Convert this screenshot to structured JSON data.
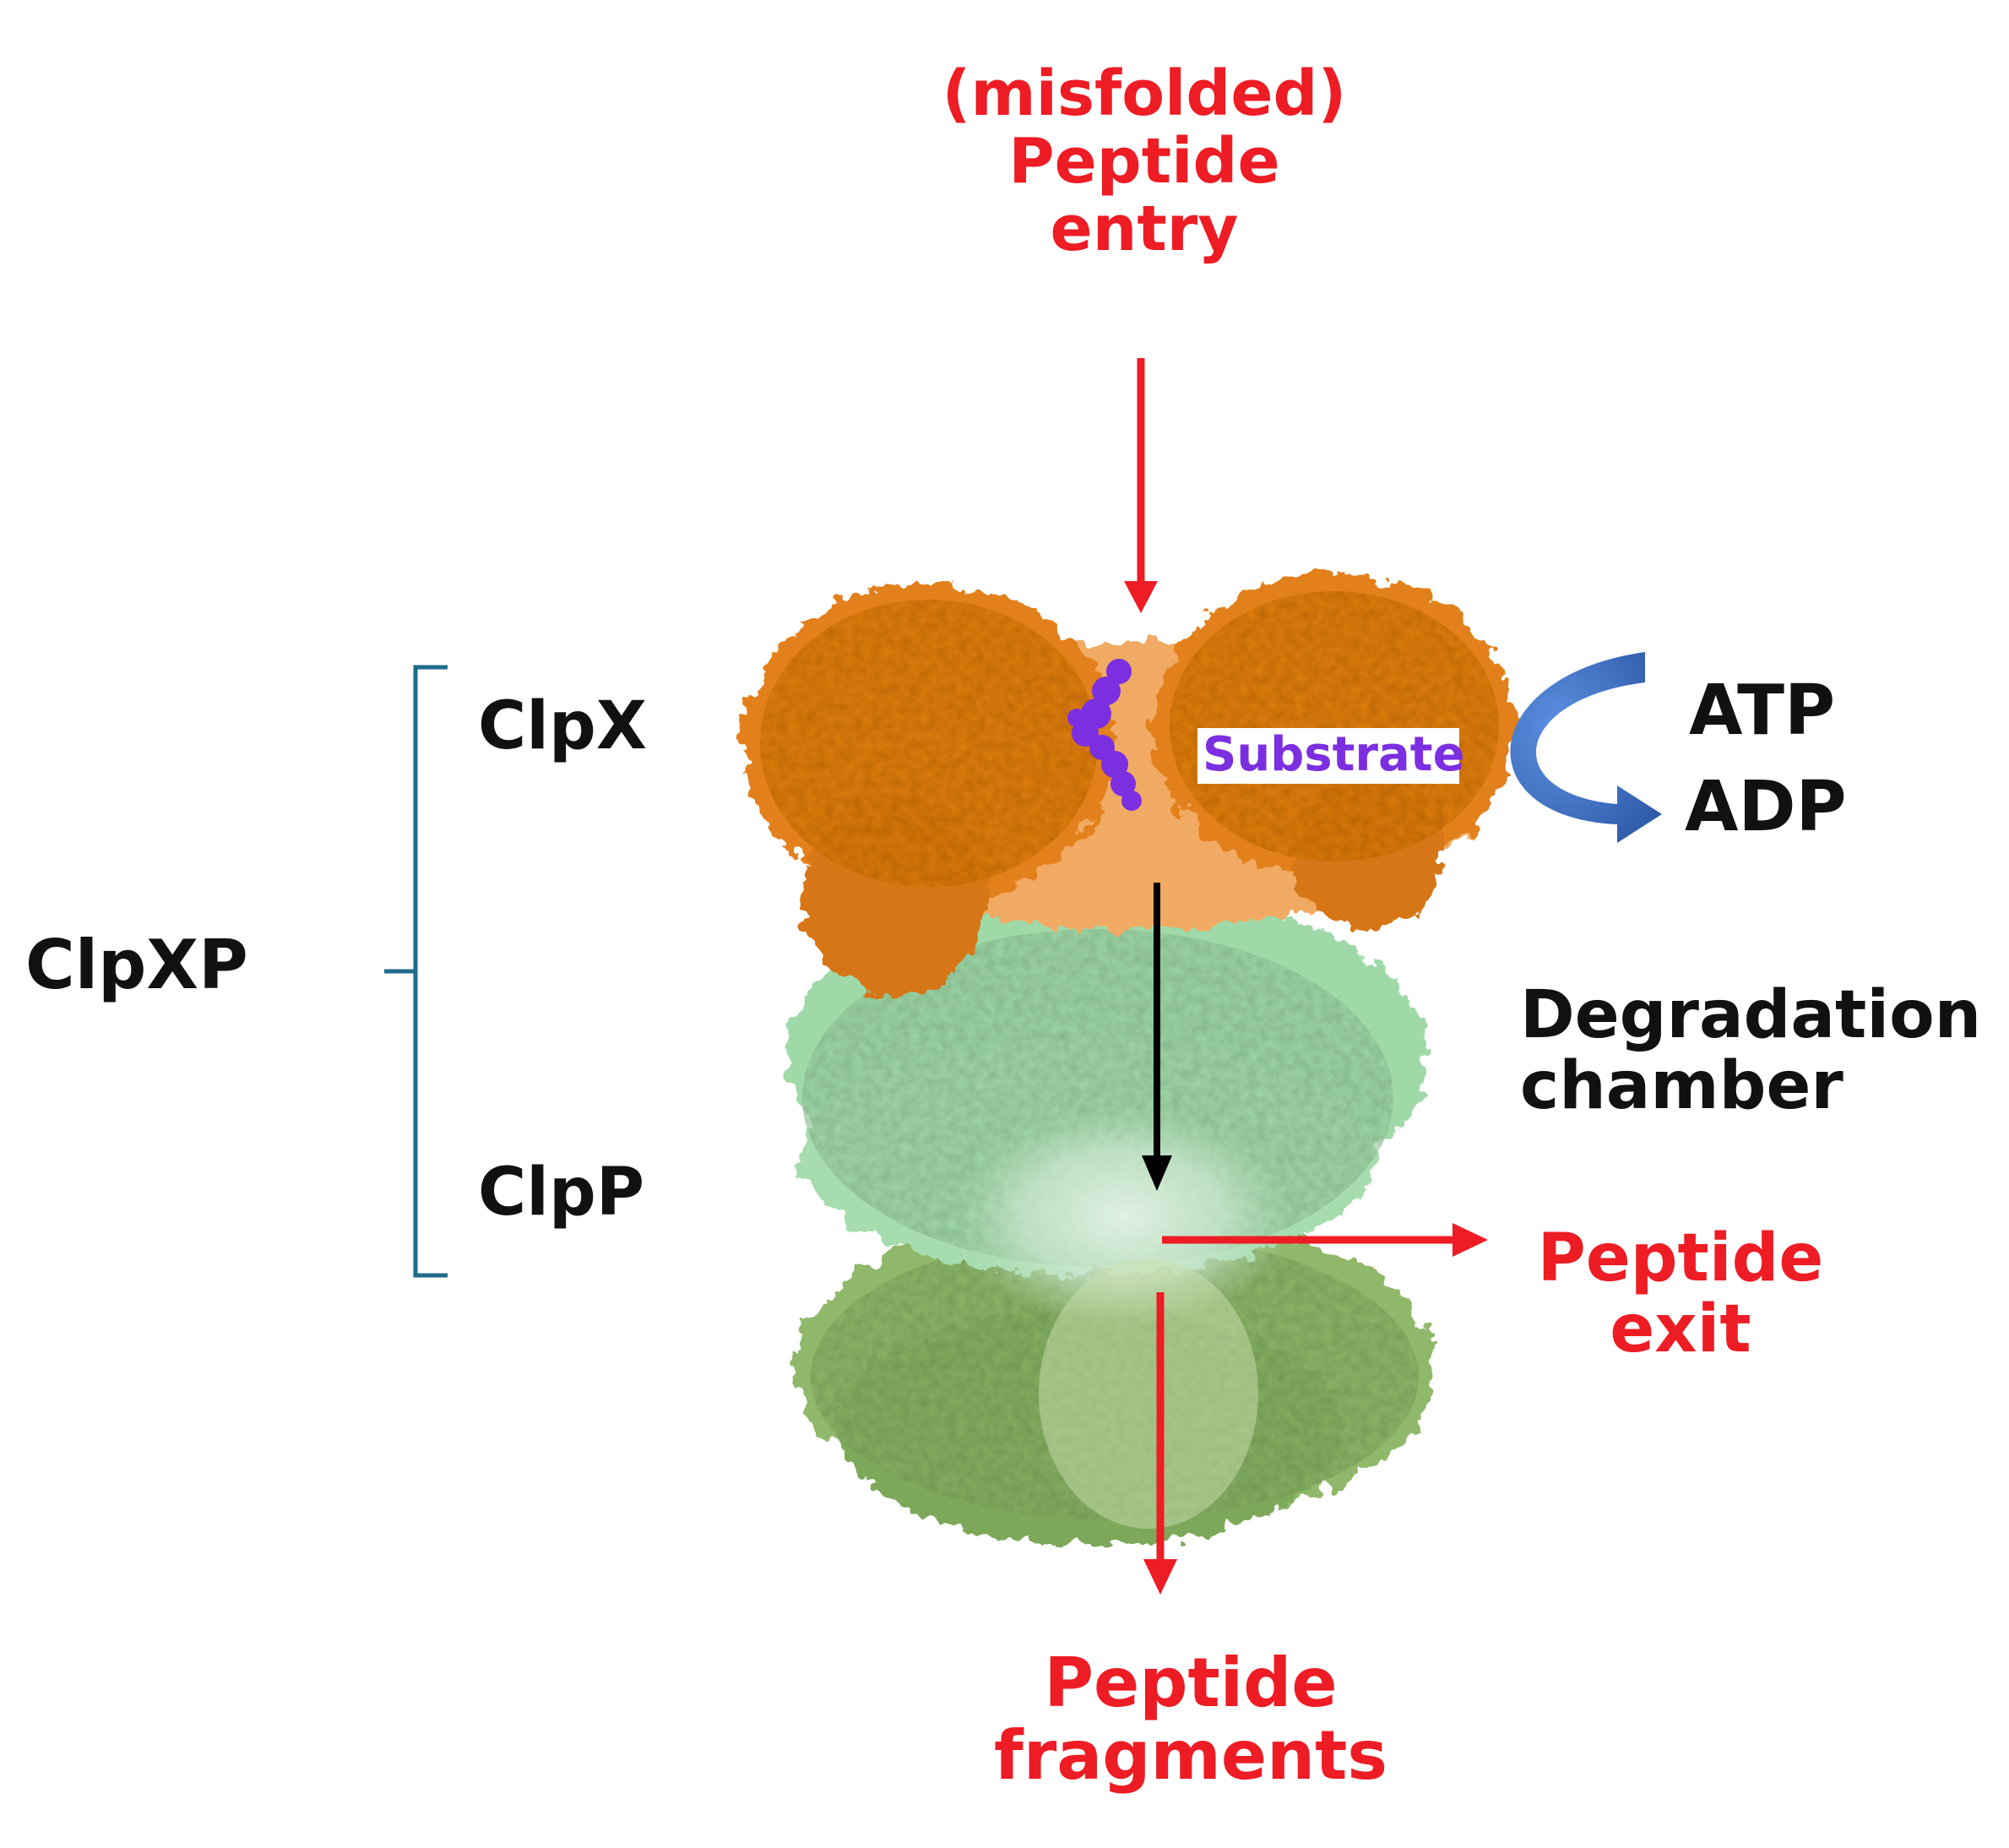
{
  "labels": {
    "entry_line1": "(misfolded)",
    "entry_line2": "Peptide",
    "entry_line3": "entry",
    "clpx": "ClpX",
    "clpp": "ClpP",
    "clpxp": "ClpXP",
    "substrate": "Substrate",
    "atp": "ATP",
    "adp": "ADP",
    "chamber_line1": "Degradation",
    "chamber_line2": "chamber",
    "exit_line1": "Peptide",
    "exit_line2": "exit",
    "fragments_line1": "Peptide",
    "fragments_line2": "fragments"
  },
  "colors": {
    "label_red": "#ee1c24",
    "label_black": "#111111",
    "substrate_purple": "#7b2fe0",
    "clpx_orange": "#e2801a",
    "clpp_upper_green": "#9fd9a8",
    "clpp_lower_green": "#8fb86a",
    "bracket_blue": "#1f6b8a",
    "atp_arrow_blue": "#3f72c4"
  }
}
